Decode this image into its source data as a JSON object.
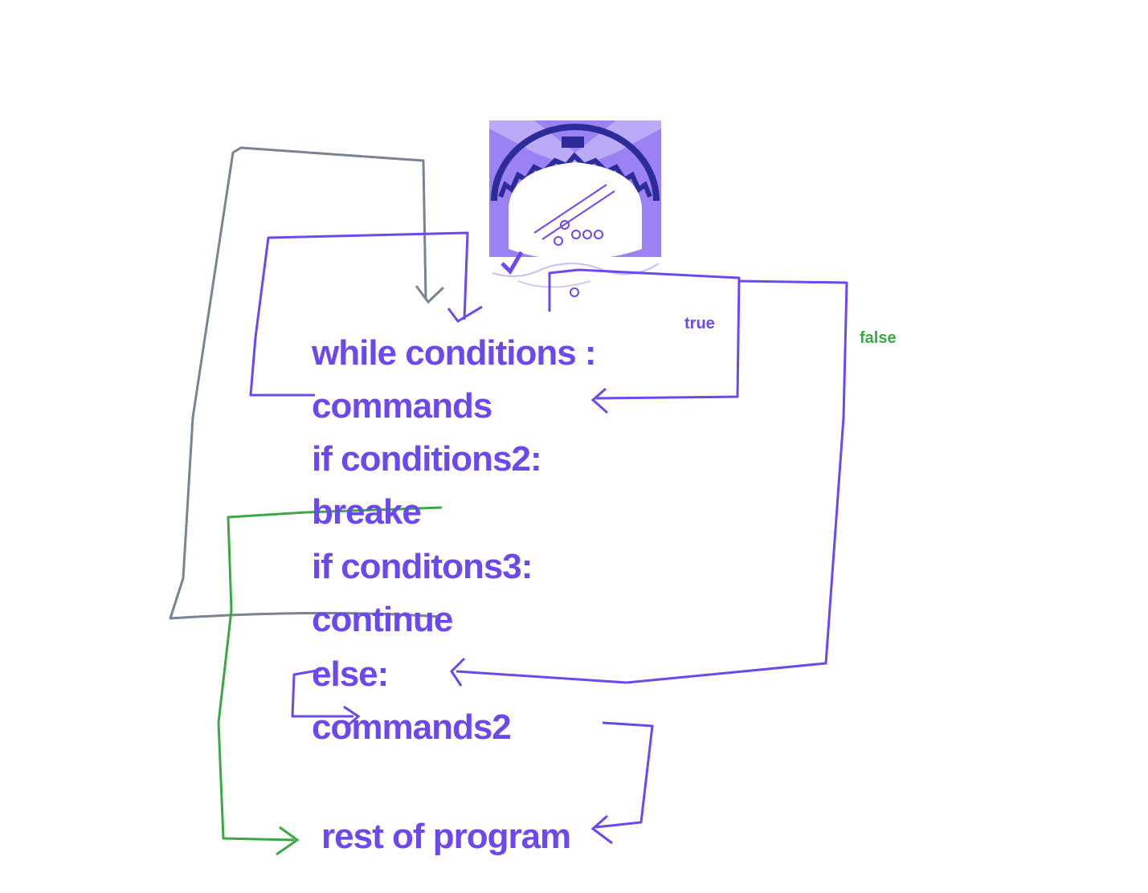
{
  "code": {
    "while_line": "while conditions :",
    "commands_line": "commands",
    "if2_line": "if conditions2:",
    "break_line": "breake",
    "if3_line": "if conditons3:",
    "continue_line": "continue",
    "else_line": "else:",
    "commands2_line": "commands2",
    "rest_line": "rest of program"
  },
  "annotations": {
    "true_label": "true",
    "false_label": "false"
  },
  "colors": {
    "code": "#6b48f0",
    "loop_arrow": "#6b48f0",
    "break_arrow": "#3aa845",
    "continue_arrow": "#7a8390",
    "true_label": "#6b48f0",
    "false_label": "#3aa845"
  },
  "logo": {
    "icon": "university-emblem-icon"
  }
}
